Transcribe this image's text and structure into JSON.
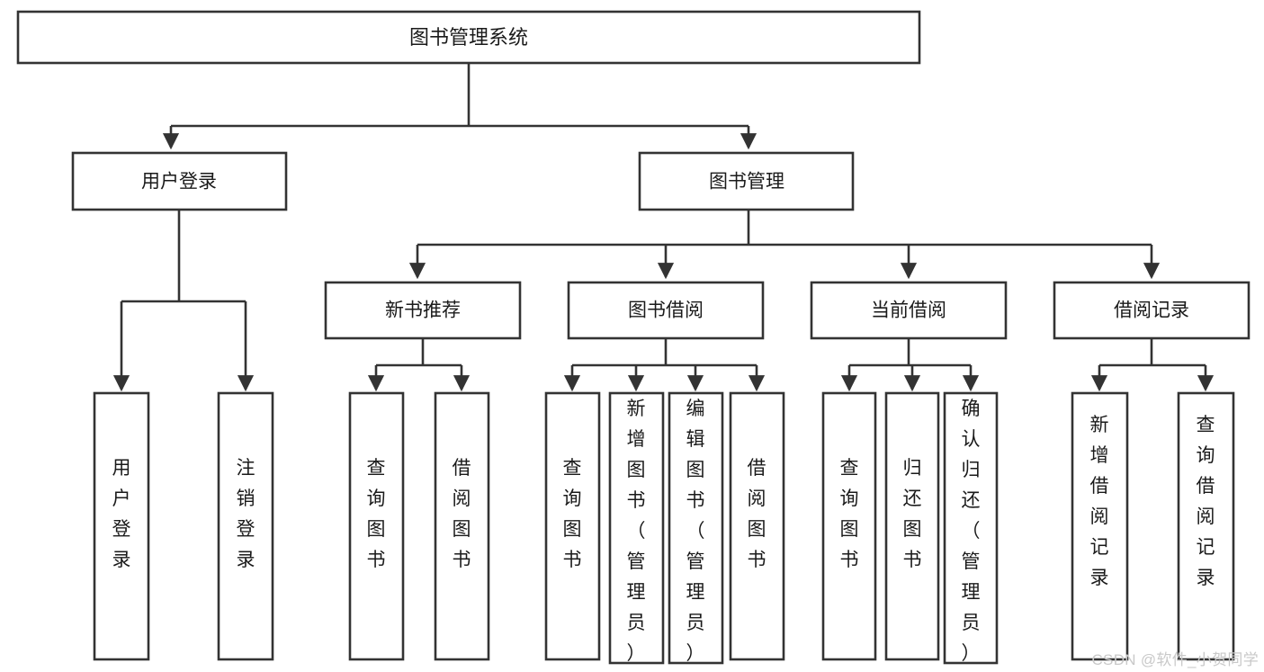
{
  "diagram": {
    "title": "图书管理系统",
    "type": "tree-hierarchy",
    "watermark": "CSDN @软件_小贺同学",
    "colors": {
      "box_stroke": "#333333",
      "box_fill": "#ffffff",
      "text": "#1a1a1a",
      "background": "#ffffff",
      "watermark": "#c9c9c9"
    },
    "nodes": {
      "root": {
        "label": "图书管理系统"
      },
      "level2": [
        {
          "id": "user-login",
          "label": "用户登录"
        },
        {
          "id": "book-management",
          "label": "图书管理"
        }
      ],
      "level3": [
        {
          "id": "new-book-recommend",
          "label": "新书推荐"
        },
        {
          "id": "book-borrow",
          "label": "图书借阅"
        },
        {
          "id": "current-borrow",
          "label": "当前借阅"
        },
        {
          "id": "borrow-record",
          "label": "借阅记录"
        }
      ],
      "leaves_user_login": [
        {
          "id": "leaf-user-login",
          "label": "用户登录"
        },
        {
          "id": "leaf-logout-login",
          "label": "注销登录"
        }
      ],
      "leaves_new_book_recommend": [
        {
          "id": "leaf-query-book-1",
          "label": "查询图书"
        },
        {
          "id": "leaf-borrow-book-1",
          "label": "借阅图书"
        }
      ],
      "leaves_book_borrow": [
        {
          "id": "leaf-query-book-2",
          "label": "查询图书"
        },
        {
          "id": "leaf-add-book",
          "label": "新增图书（管理员）"
        },
        {
          "id": "leaf-edit-book",
          "label": "编辑图书（管理员）"
        },
        {
          "id": "leaf-borrow-book-2",
          "label": "借阅图书"
        }
      ],
      "leaves_current_borrow": [
        {
          "id": "leaf-query-book-3",
          "label": "查询图书"
        },
        {
          "id": "leaf-return-book",
          "label": "归还图书"
        },
        {
          "id": "leaf-confirm-return",
          "label": "确认归还（管理员）"
        }
      ],
      "leaves_borrow_record": [
        {
          "id": "leaf-add-borrow-record",
          "label": "新增借阅记录"
        },
        {
          "id": "leaf-query-borrow-record",
          "label": "查询借阅记录"
        }
      ]
    }
  }
}
